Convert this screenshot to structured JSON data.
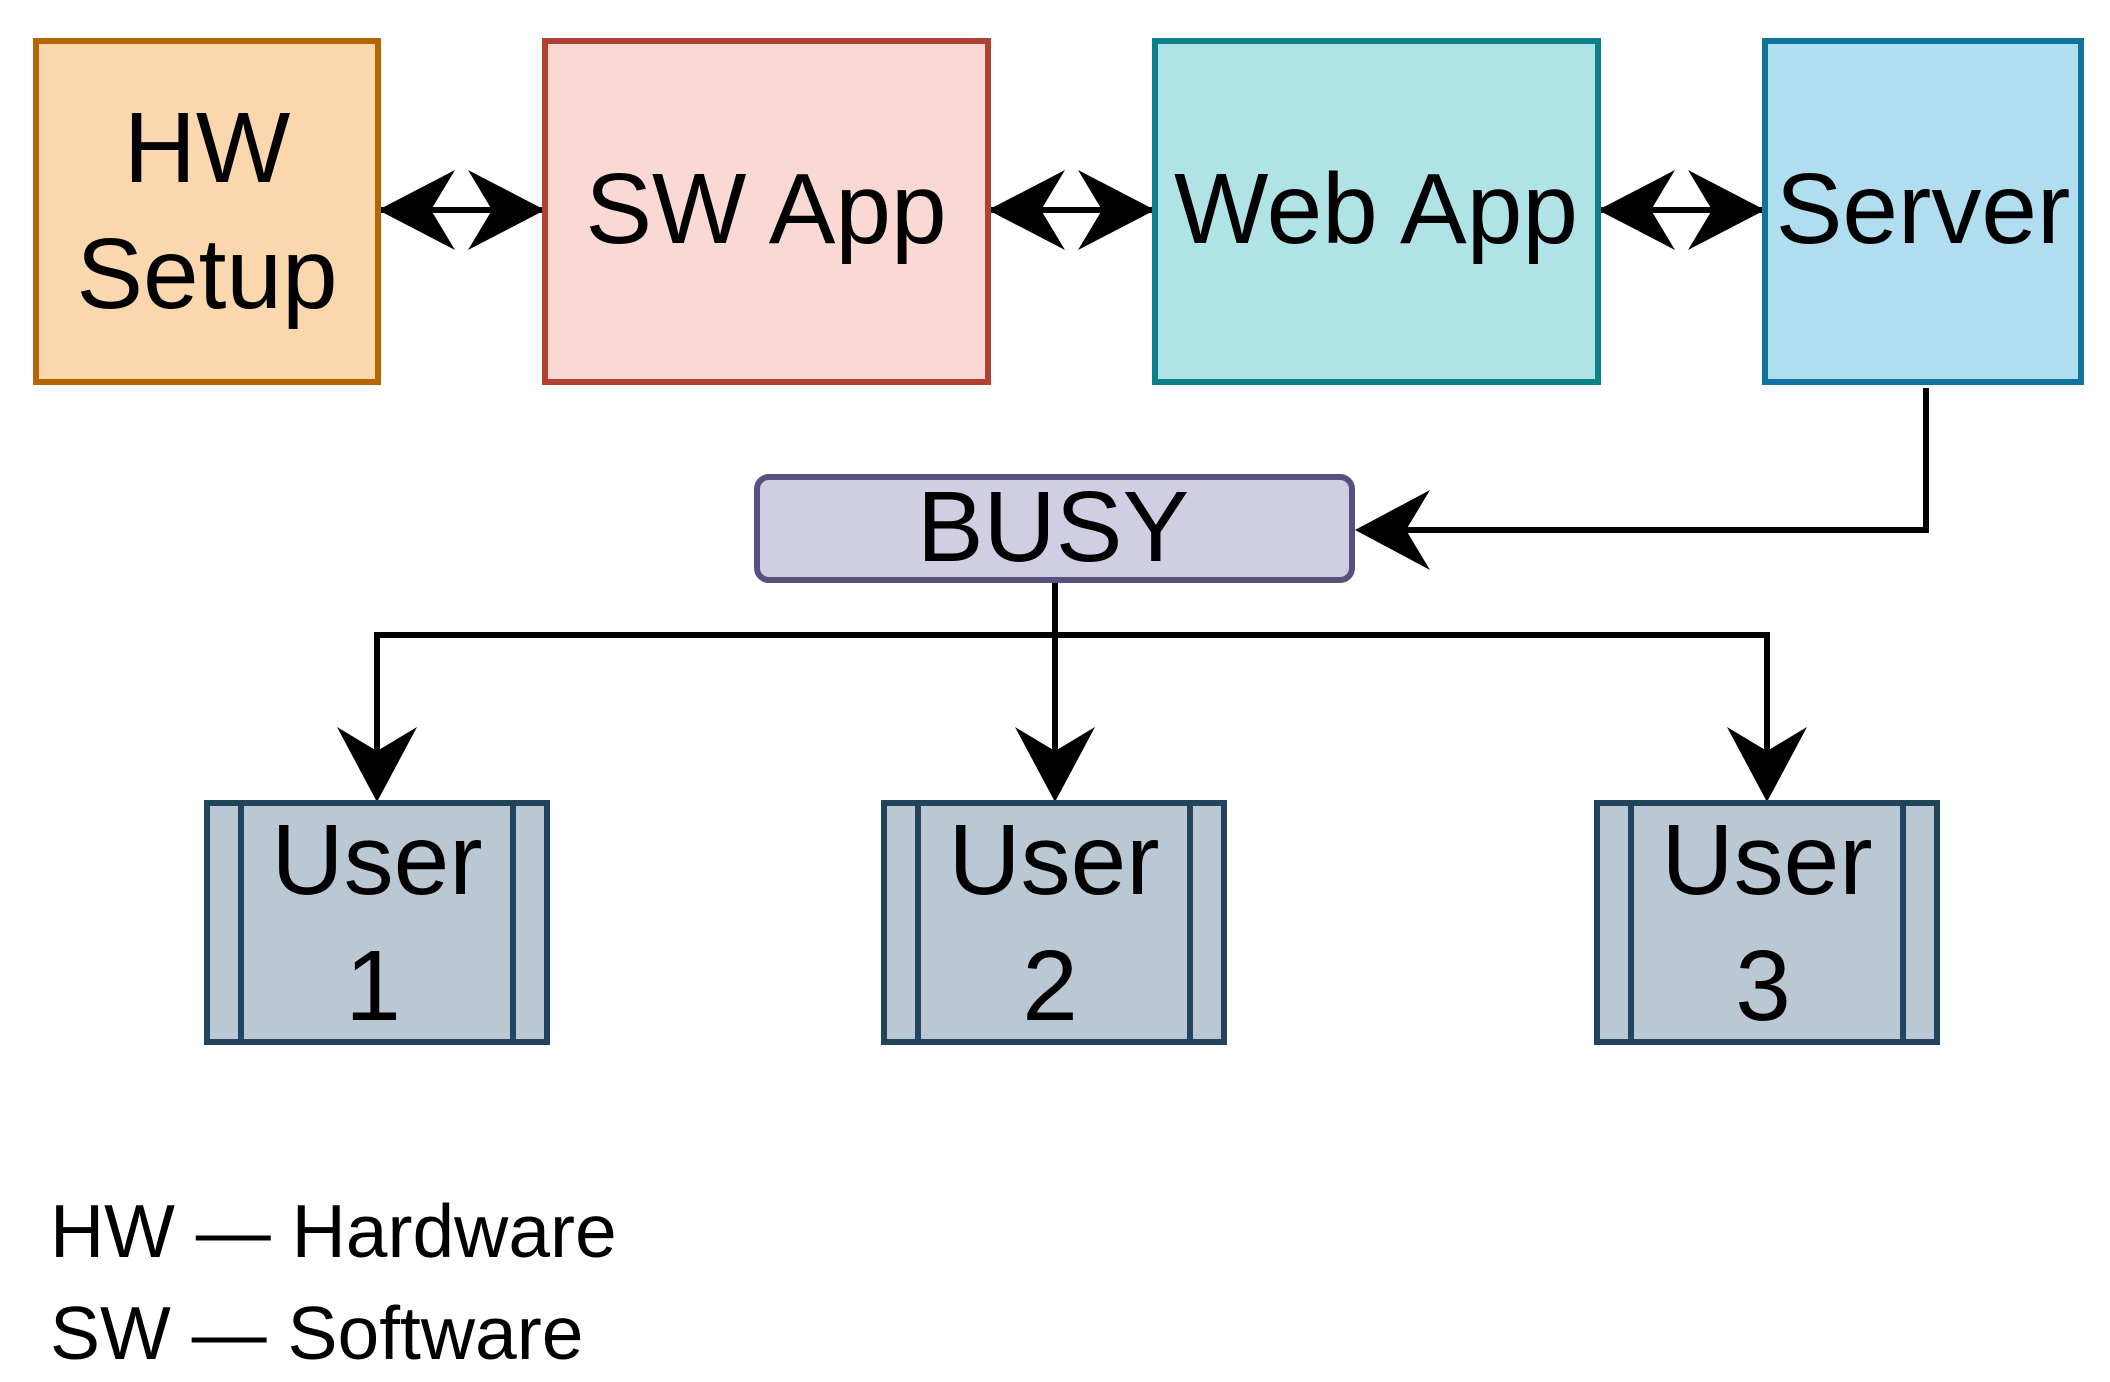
{
  "nodes": {
    "hw_setup": {
      "line1": "HW",
      "line2": "Setup",
      "fill": "#FAD7AC",
      "stroke": "#B46504"
    },
    "sw_app": {
      "label": "SW App",
      "fill": "#FAD9D5",
      "stroke": "#AE4132"
    },
    "web_app": {
      "label": "Web App",
      "fill": "#B0E3E6",
      "stroke": "#0E8088"
    },
    "server": {
      "label": "Server",
      "fill": "#B1DDF0",
      "stroke": "#10739E"
    },
    "busy": {
      "label": "BUSY",
      "fill": "#D0CEE2",
      "stroke": "#56517E"
    },
    "users": [
      {
        "line1": "User",
        "line2": "1"
      },
      {
        "line1": "User",
        "line2": "2"
      },
      {
        "line1": "User",
        "line2": "3"
      }
    ],
    "user_style": {
      "fill": "#BAC8D3",
      "stroke": "#23445D"
    }
  },
  "edges": [
    {
      "from": "HW Setup",
      "to": "SW App",
      "direction": "both"
    },
    {
      "from": "SW App",
      "to": "Web App",
      "direction": "both"
    },
    {
      "from": "Web App",
      "to": "Server",
      "direction": "both"
    },
    {
      "from": "Server",
      "to": "BUSY",
      "direction": "forward"
    },
    {
      "from": "BUSY",
      "to": "User 1",
      "direction": "forward"
    },
    {
      "from": "BUSY",
      "to": "User 2",
      "direction": "forward"
    },
    {
      "from": "BUSY",
      "to": "User 3",
      "direction": "forward"
    }
  ],
  "legend": [
    {
      "text": "HW — Hardware"
    },
    {
      "text": "SW — Software"
    }
  ]
}
